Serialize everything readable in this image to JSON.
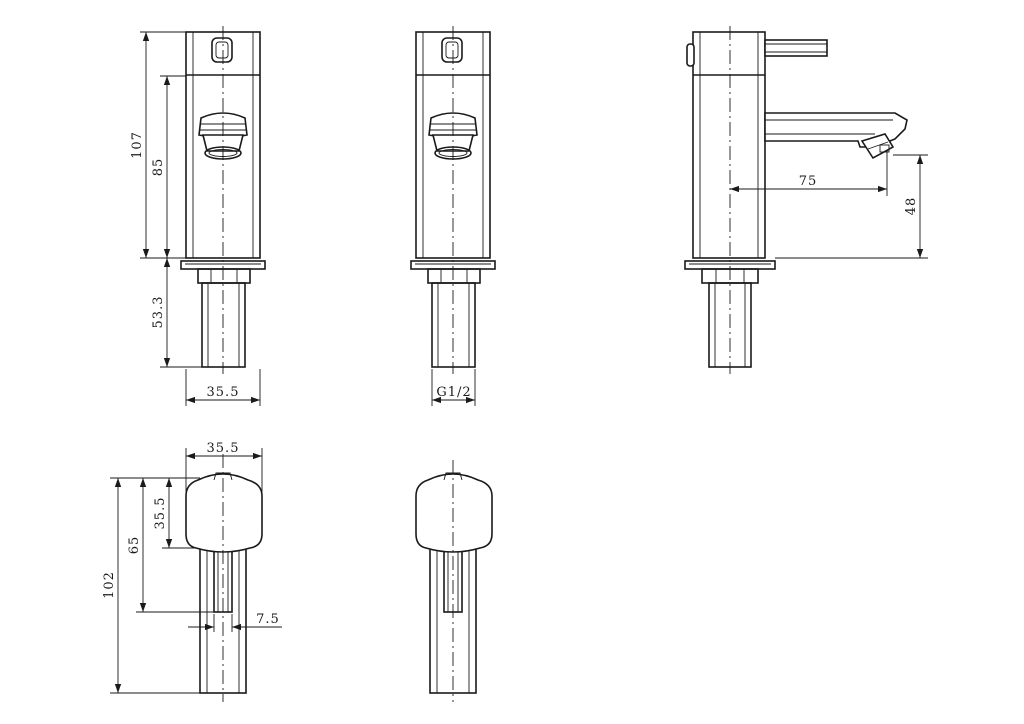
{
  "dimensions": {
    "front_height_total": "107",
    "front_height_body": "85",
    "front_tail_length": "53.3",
    "front_width": "35.5",
    "thread_size": "G1/2",
    "spout_reach": "75",
    "spout_height": "48",
    "top_width": "35.5",
    "top_handle_depth": "35.5",
    "top_depth_to_stem": "65",
    "top_total_depth": "102",
    "top_stem_width": "7.5"
  }
}
